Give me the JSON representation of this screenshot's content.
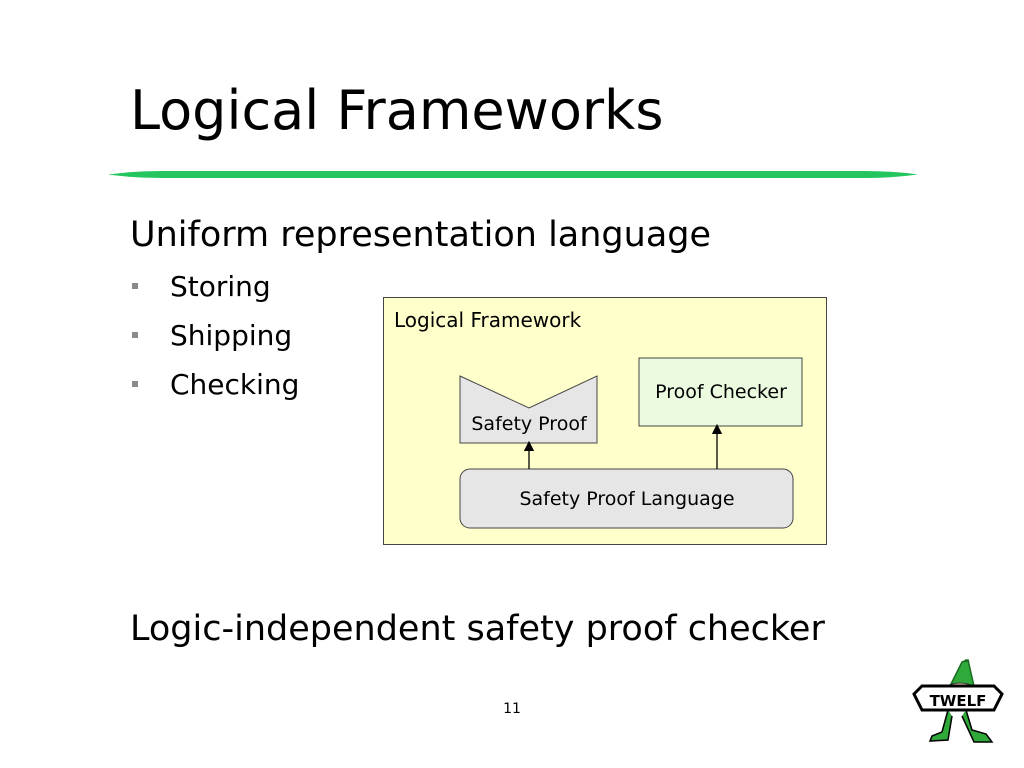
{
  "slide": {
    "title": "Logical Frameworks",
    "heading": "Uniform representation language",
    "bullets": [
      "Storing",
      "Shipping",
      "Checking"
    ],
    "conclusion": "Logic-independent safety proof checker",
    "page_number": "11"
  },
  "diagram": {
    "framework_label": "Logical Framework",
    "safety_proof_label": "Safety Proof",
    "proof_checker_label": "Proof Checker",
    "language_label": "Safety Proof Language"
  },
  "logo": {
    "text": "TWELF"
  },
  "colors": {
    "rule": "#22c55e",
    "framework_fill": "#ffffcc",
    "proof_checker_fill": "#ebfbe0",
    "box_gray": "#e6e6e6",
    "logo_green": "#2faa3a"
  }
}
